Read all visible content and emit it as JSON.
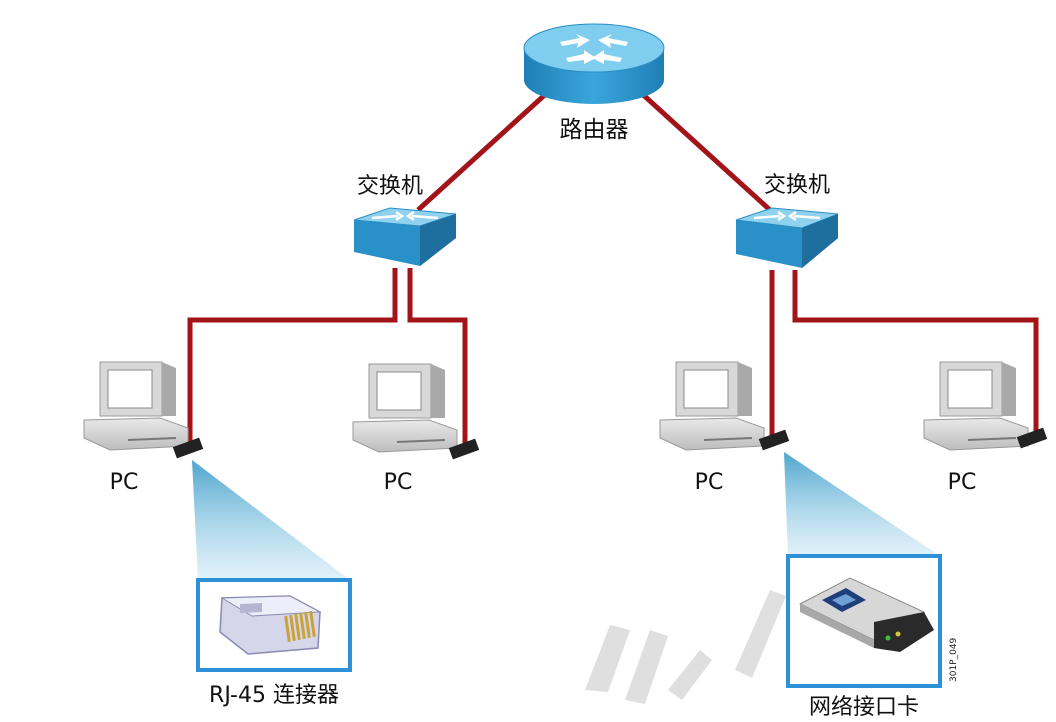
{
  "labels": {
    "router": "路由器",
    "switch_left": "交换机",
    "switch_right": "交换机",
    "pc_1": "PC",
    "pc_2": "PC",
    "pc_3": "PC",
    "pc_4": "PC",
    "rj45": "RJ-45 连接器",
    "nic": "网络接口卡",
    "figure_code": "301P_049"
  },
  "colors": {
    "cable": "#a3141a",
    "device_blue": "#2f9bd2",
    "device_blue_top": "#8fd2f0",
    "callout_border": "#2e90d6",
    "callout_beam": "#5db7dc"
  }
}
